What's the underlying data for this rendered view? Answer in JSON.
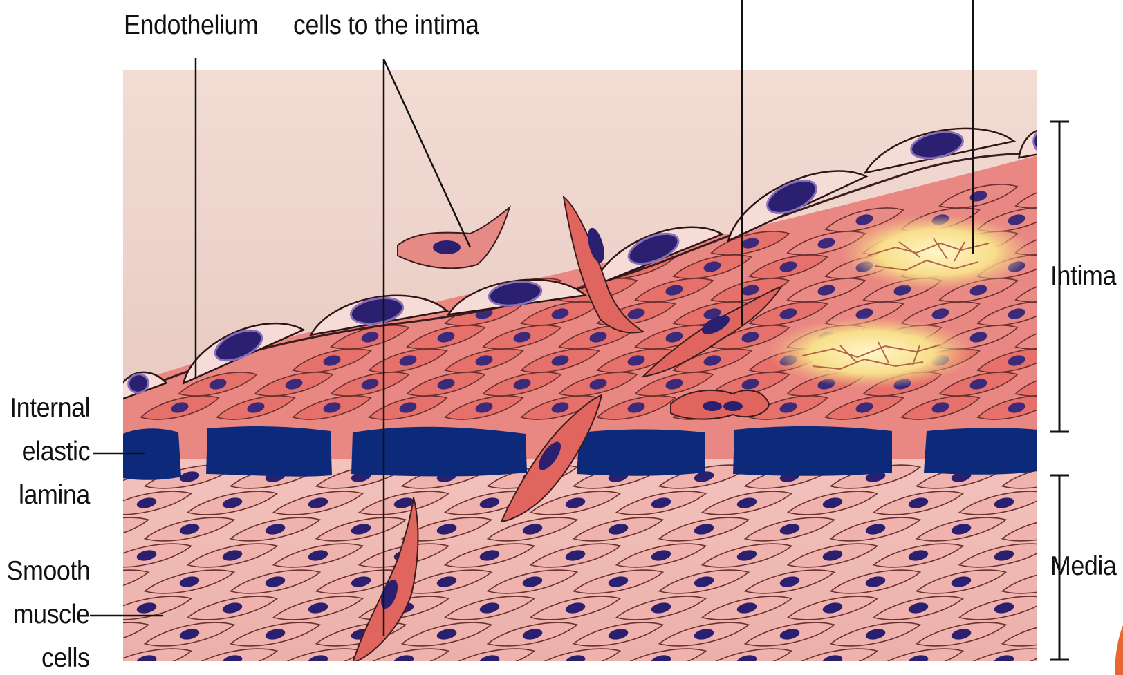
{
  "labels": {
    "endothelium": "Endothelium",
    "migration": "cells to the intima",
    "internal_elastic_lamina": [
      "Internal",
      "elastic",
      "lamina"
    ],
    "smooth_muscle_cells": [
      "Smooth",
      "muscle",
      "cells"
    ],
    "intima": "Intima",
    "media": "Media"
  },
  "colors": {
    "lumen": "#ead3cc",
    "smooth_muscle_cell": "#efb2ad",
    "intima_cell": "#e6716b",
    "nucleus": "#2b2070",
    "elastic_lamina": "#0d2a7a",
    "endothelial_cell": "#f6dcd6",
    "lipid_deposit": "#f6e49a",
    "accent": "#e9662e"
  }
}
